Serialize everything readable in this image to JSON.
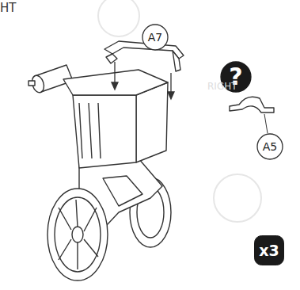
{
  "diagram": {
    "nodes": [
      {
        "text": [
          "A7"
        ]
      },
      {
        "text": [
          "?"
        ]
      },
      {
        "text": [
          "A5"
        ]
      },
      {
        "text": [
          "x3"
        ]
      }
    ],
    "labels": [
      "HT",
      "RIGHT"
    ]
  }
}
